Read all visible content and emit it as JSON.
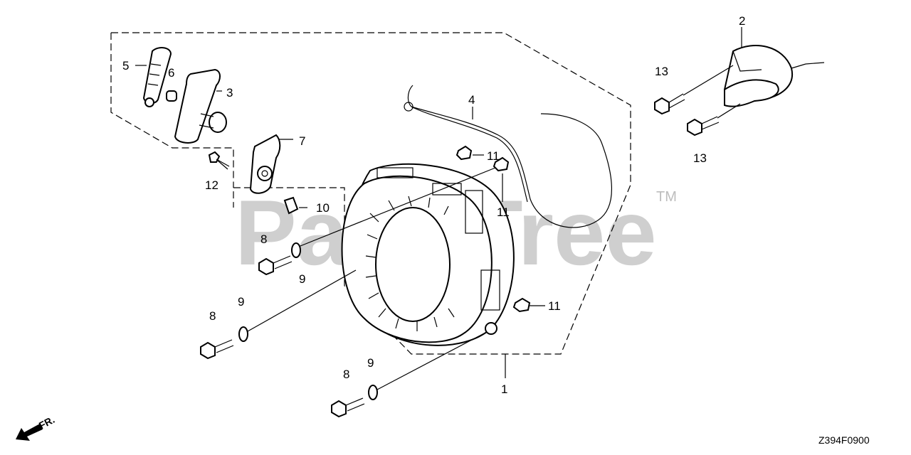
{
  "diagram": {
    "watermark": "PartsTree",
    "trademark": "TM",
    "diagram_code": "Z394F0900",
    "direction_label": "FR.",
    "callouts": {
      "c1": "1",
      "c2": "2",
      "c3": "3",
      "c4": "4",
      "c5": "5",
      "c6": "6",
      "c7": "7",
      "c8": "8",
      "c9": "9",
      "c10": "10",
      "c11": "11",
      "c12": "12",
      "c13": "13"
    }
  }
}
